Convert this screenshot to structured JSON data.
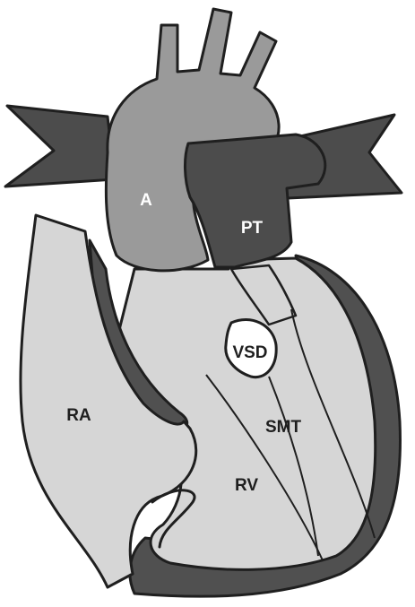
{
  "labels": {
    "aorta": "A",
    "pulmonary_trunk": "PT",
    "vsd": "VSD",
    "right_atrium": "RA",
    "smt": "SMT",
    "right_ventricle": "RV"
  },
  "colors": {
    "outline": "#1f1f1f",
    "chamber_light": "#d6d6d6",
    "aorta_mid": "#9a9a9a",
    "pulmonary_dark": "#4c4c4c",
    "wall_dark": "#505050",
    "vsd_hole": "#ffffff",
    "background": "#ffffff"
  }
}
